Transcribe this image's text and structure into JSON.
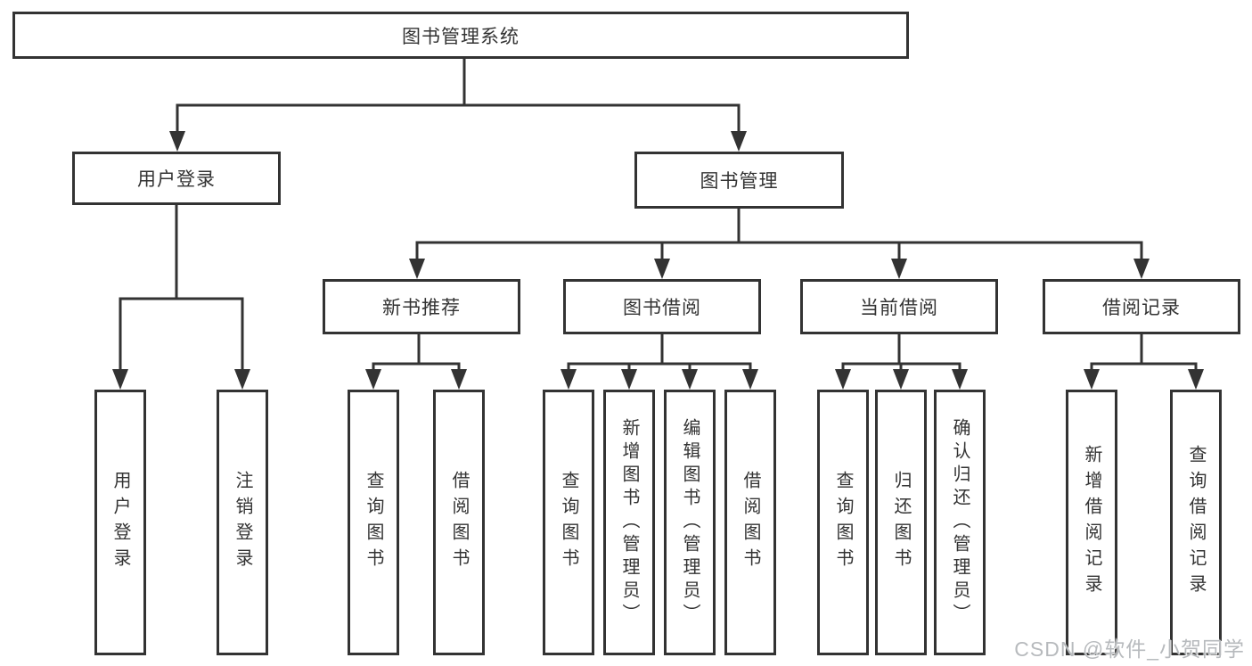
{
  "colors": {
    "line": "#333333",
    "box_border": "#333333",
    "text": "#333333",
    "watermark": "#b7babd",
    "background": "#ffffff"
  },
  "watermark": "CSDN @软件_小贺同学",
  "nodes": {
    "root": "图书管理系统",
    "user_login": "用户登录",
    "book_mgmt": "图书管理",
    "new_book_rec": "新书推荐",
    "book_borrow": "图书借阅",
    "current_borrow": "当前借阅",
    "borrow_records": "借阅记录",
    "leaf_user_login": "用户登录",
    "leaf_logout": "注销登录",
    "nbr_query_books": "查询图书",
    "nbr_borrow_books": "借阅图书",
    "bb_query_books": "查询图书",
    "bb_add_books": "新增图书（管理员）",
    "bb_edit_books": "编辑图书（管理员）",
    "bb_borrow_books": "借阅图书",
    "cb_query_books": "查询图书",
    "cb_return_books": "归还图书",
    "cb_confirm_return": "确认归还（管理员）",
    "br_add_record": "新增借阅记录",
    "br_query_record": "查询借阅记录"
  },
  "hierarchy": {
    "图书管理系统": {
      "用户登录": [
        "用户登录",
        "注销登录"
      ],
      "图书管理": {
        "新书推荐": [
          "查询图书",
          "借阅图书"
        ],
        "图书借阅": [
          "查询图书",
          "新增图书（管理员）",
          "编辑图书（管理员）",
          "借阅图书"
        ],
        "当前借阅": [
          "查询图书",
          "归还图书",
          "确认归还（管理员）"
        ],
        "借阅记录": [
          "新增借阅记录",
          "查询借阅记录"
        ]
      }
    }
  }
}
